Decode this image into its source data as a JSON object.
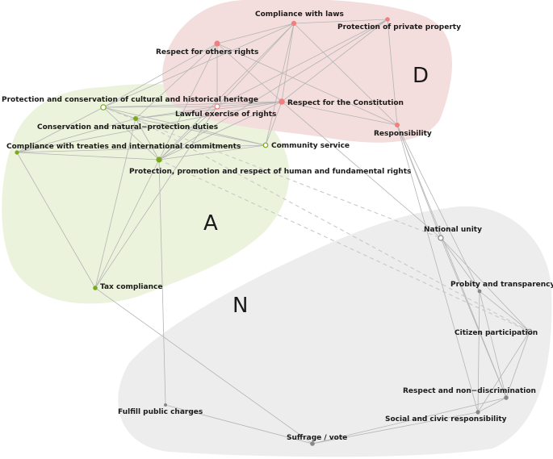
{
  "colors": {
    "cluster_D_fill": "#f3dedd",
    "cluster_A_fill": "#ecf3dd",
    "cluster_N_fill": "#ededed",
    "node_D": "#f08080",
    "node_A": "#7aaa1a",
    "node_N": "#888888",
    "edge": "#b4b4b4",
    "edge_dashed": "#c8c8c8"
  },
  "clusters": [
    {
      "id": "D",
      "label": "D"
    },
    {
      "id": "A",
      "label": "A"
    },
    {
      "id": "N",
      "label": "N"
    }
  ],
  "nodes": [
    {
      "id": "laws",
      "label": "Compliance with laws",
      "group": "D",
      "marker": "filled"
    },
    {
      "id": "property",
      "label": "Protection of private property",
      "group": "D",
      "marker": "filled"
    },
    {
      "id": "others",
      "label": "Respect for others rights",
      "group": "D",
      "marker": "filled"
    },
    {
      "id": "constitution",
      "label": "Respect for the Constitution",
      "group": "D",
      "marker": "filled"
    },
    {
      "id": "lawful",
      "label": "Lawful exercise of rights",
      "group": "D",
      "marker": "open"
    },
    {
      "id": "responsibility",
      "label": "Responsibility",
      "group": "D",
      "marker": "filled"
    },
    {
      "id": "heritage",
      "label": "Protection and conservation of cultural and historical heritage",
      "group": "A",
      "marker": "open"
    },
    {
      "id": "conservation",
      "label": "Conservation and natural−protection duties",
      "group": "A",
      "marker": "filled"
    },
    {
      "id": "treaties",
      "label": "Compliance with treaties and international commitments",
      "group": "A",
      "marker": "filled"
    },
    {
      "id": "community",
      "label": "Community service",
      "group": "A",
      "marker": "open"
    },
    {
      "id": "human",
      "label": "Protection, promotion and respect of human and fundamental rights",
      "group": "A",
      "marker": "filled"
    },
    {
      "id": "tax",
      "label": "Tax compliance",
      "group": "A",
      "marker": "filled"
    },
    {
      "id": "unity",
      "label": "National unity",
      "group": "N",
      "marker": "open"
    },
    {
      "id": "probity",
      "label": "Probity and transparency",
      "group": "N",
      "marker": "filled"
    },
    {
      "id": "participation",
      "label": "Citizen participation",
      "group": "N",
      "marker": "open"
    },
    {
      "id": "nondiscrim",
      "label": "Respect and non−discrimination",
      "group": "N",
      "marker": "filled"
    },
    {
      "id": "social",
      "label": "Social and civic responsibility",
      "group": "N",
      "marker": "filled"
    },
    {
      "id": "charges",
      "label": "Fulfill public charges",
      "group": "N",
      "marker": "filled"
    },
    {
      "id": "suffrage",
      "label": "Suffrage / vote",
      "group": "N",
      "marker": "filled"
    }
  ],
  "edges": [
    [
      "others",
      "laws"
    ],
    [
      "others",
      "constitution"
    ],
    [
      "others",
      "lawful"
    ],
    [
      "others",
      "responsibility"
    ],
    [
      "others",
      "heritage"
    ],
    [
      "others",
      "conservation"
    ],
    [
      "others",
      "human"
    ],
    [
      "laws",
      "property"
    ],
    [
      "laws",
      "constitution"
    ],
    [
      "laws",
      "lawful"
    ],
    [
      "laws",
      "responsibility"
    ],
    [
      "laws",
      "heritage"
    ],
    [
      "laws",
      "human"
    ],
    [
      "laws",
      "community"
    ],
    [
      "property",
      "constitution"
    ],
    [
      "property",
      "responsibility"
    ],
    [
      "property",
      "lawful"
    ],
    [
      "property",
      "human"
    ],
    [
      "constitution",
      "responsibility"
    ],
    [
      "constitution",
      "lawful"
    ],
    [
      "constitution",
      "heritage"
    ],
    [
      "constitution",
      "conservation"
    ],
    [
      "constitution",
      "treaties"
    ],
    [
      "constitution",
      "human"
    ],
    [
      "constitution",
      "community"
    ],
    [
      "constitution",
      "unity"
    ],
    [
      "lawful",
      "heritage"
    ],
    [
      "lawful",
      "conservation"
    ],
    [
      "lawful",
      "human"
    ],
    [
      "lawful",
      "tax"
    ],
    [
      "heritage",
      "conservation"
    ],
    [
      "heritage",
      "treaties"
    ],
    [
      "heritage",
      "community"
    ],
    [
      "heritage",
      "human"
    ],
    [
      "conservation",
      "treaties"
    ],
    [
      "conservation",
      "human"
    ],
    [
      "conservation",
      "community"
    ],
    [
      "conservation",
      "tax"
    ],
    [
      "treaties",
      "human"
    ],
    [
      "treaties",
      "tax"
    ],
    [
      "treaties",
      "community"
    ],
    [
      "human",
      "community"
    ],
    [
      "human",
      "tax"
    ],
    [
      "human",
      "charges"
    ],
    [
      "tax",
      "suffrage"
    ],
    [
      "responsibility",
      "unity"
    ],
    [
      "responsibility",
      "nondiscrim"
    ],
    [
      "responsibility",
      "social"
    ],
    [
      "responsibility",
      "probity"
    ],
    [
      "unity",
      "probity"
    ],
    [
      "unity",
      "nondiscrim"
    ],
    [
      "unity",
      "participation"
    ],
    [
      "probity",
      "participation"
    ],
    [
      "probity",
      "nondiscrim"
    ],
    [
      "probity",
      "social"
    ],
    [
      "participation",
      "nondiscrim"
    ],
    [
      "participation",
      "social"
    ],
    [
      "nondiscrim",
      "social"
    ],
    [
      "nondiscrim",
      "suffrage"
    ],
    [
      "social",
      "suffrage"
    ],
    [
      "charges",
      "suffrage"
    ]
  ],
  "dashed_edges": [
    [
      "heritage",
      "unity"
    ],
    [
      "conservation",
      "participation"
    ],
    [
      "human",
      "participation"
    ]
  ]
}
